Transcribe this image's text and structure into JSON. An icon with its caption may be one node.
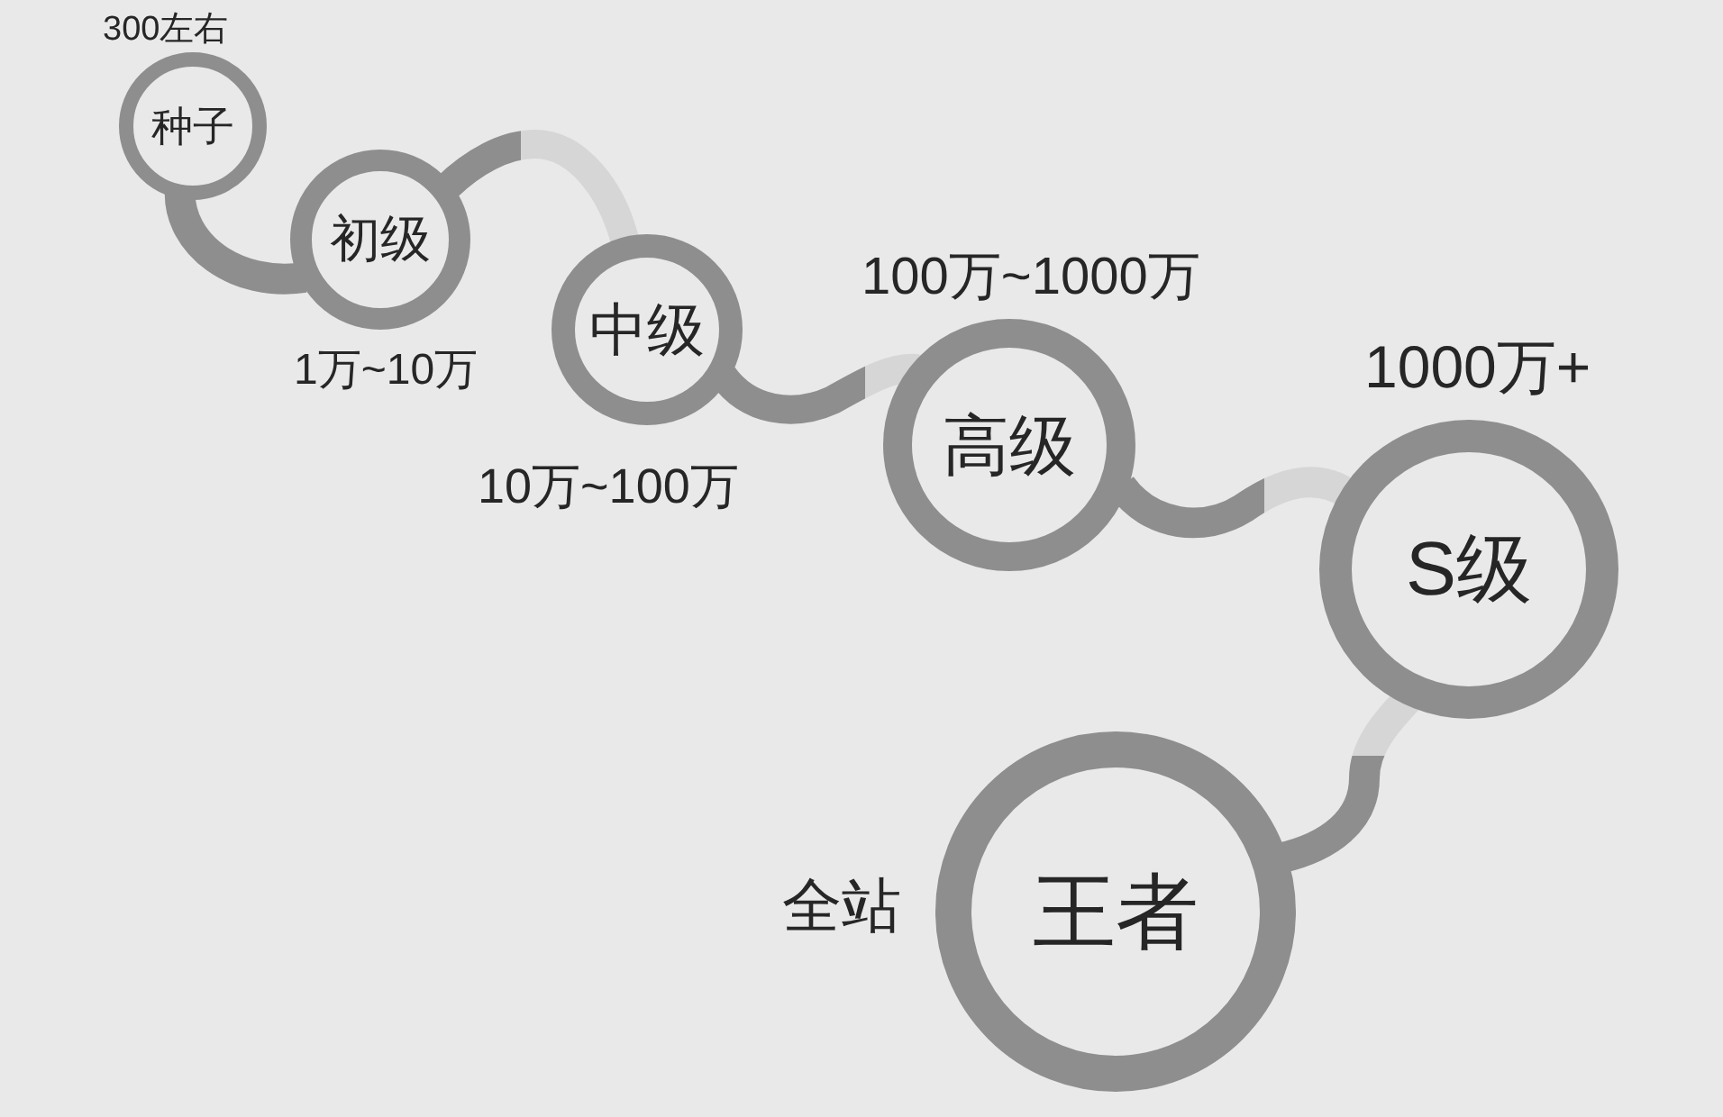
{
  "diagram": {
    "nodes": [
      {
        "text": [
          "种子"
        ],
        "beside": [
          "300左右"
        ]
      },
      {
        "text": [
          "初级"
        ],
        "beside": [
          "1万~10万"
        ]
      },
      {
        "text": [
          "中级"
        ],
        "beside": [
          "10万~100万"
        ]
      },
      {
        "text": [
          "高级"
        ],
        "beside": [
          "100万~1000万"
        ]
      },
      {
        "text": [
          "S级"
        ],
        "beside": [
          "1000万+"
        ]
      },
      {
        "text": [
          "王者"
        ],
        "beside": [
          "全站"
        ]
      }
    ],
    "edges": [
      {
        "from": 0,
        "to": 1,
        "arrow": "none"
      },
      {
        "from": 1,
        "to": 2,
        "arrow": "none"
      },
      {
        "from": 2,
        "to": 3,
        "arrow": "none"
      },
      {
        "from": 3,
        "to": 4,
        "arrow": "none"
      },
      {
        "from": 4,
        "to": 5,
        "arrow": "none"
      }
    ]
  }
}
